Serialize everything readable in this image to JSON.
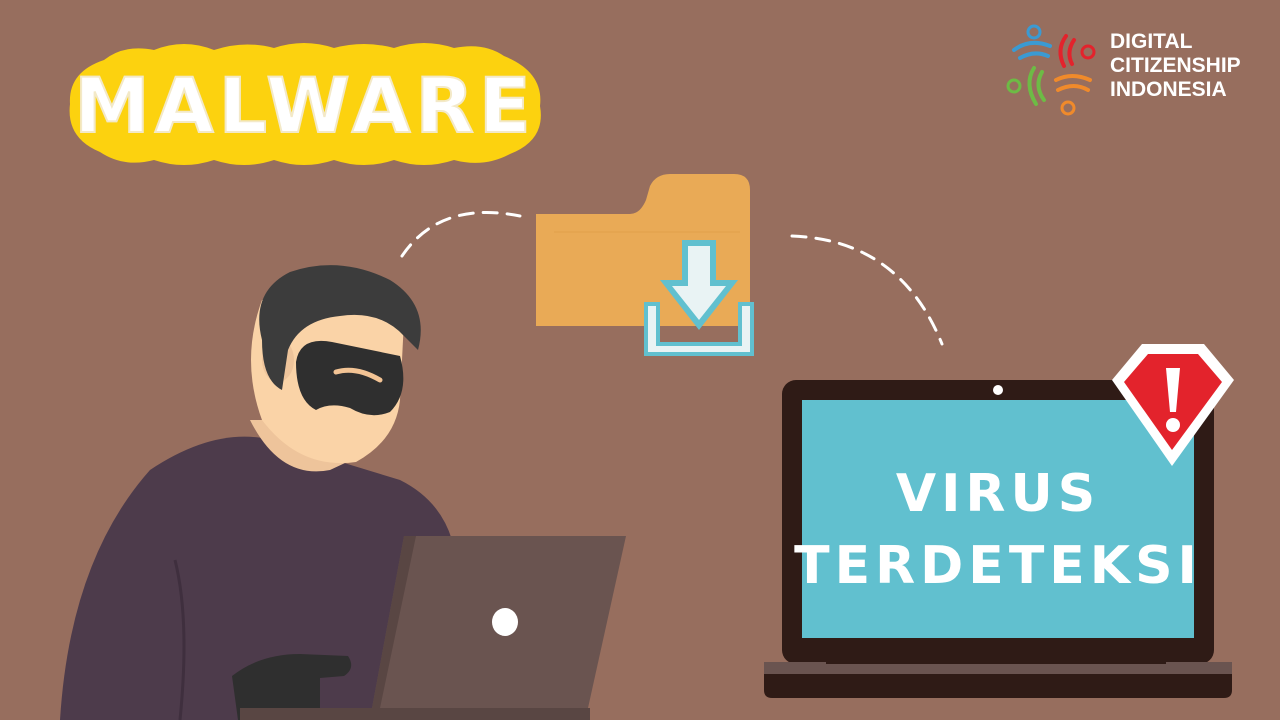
{
  "title": "MALWARE",
  "brand": {
    "lines": [
      "DIGITAL",
      "CITIZENSHIP",
      "INDONESIA"
    ],
    "logo_icon": "digital-citizenship-logo"
  },
  "alert_screen": {
    "lines": [
      "VIRUS",
      "TERDETEKSI"
    ],
    "warning_icon": "warning-exclamation-icon"
  },
  "folder_icon": "folder-download-icon",
  "colors": {
    "background": "#976e5e",
    "badge": "#fcd20f",
    "screen": "#61c0cf",
    "folder": "#e9aa56",
    "hoodie": "#4d3b4b",
    "alert_red": "#e3232c"
  }
}
